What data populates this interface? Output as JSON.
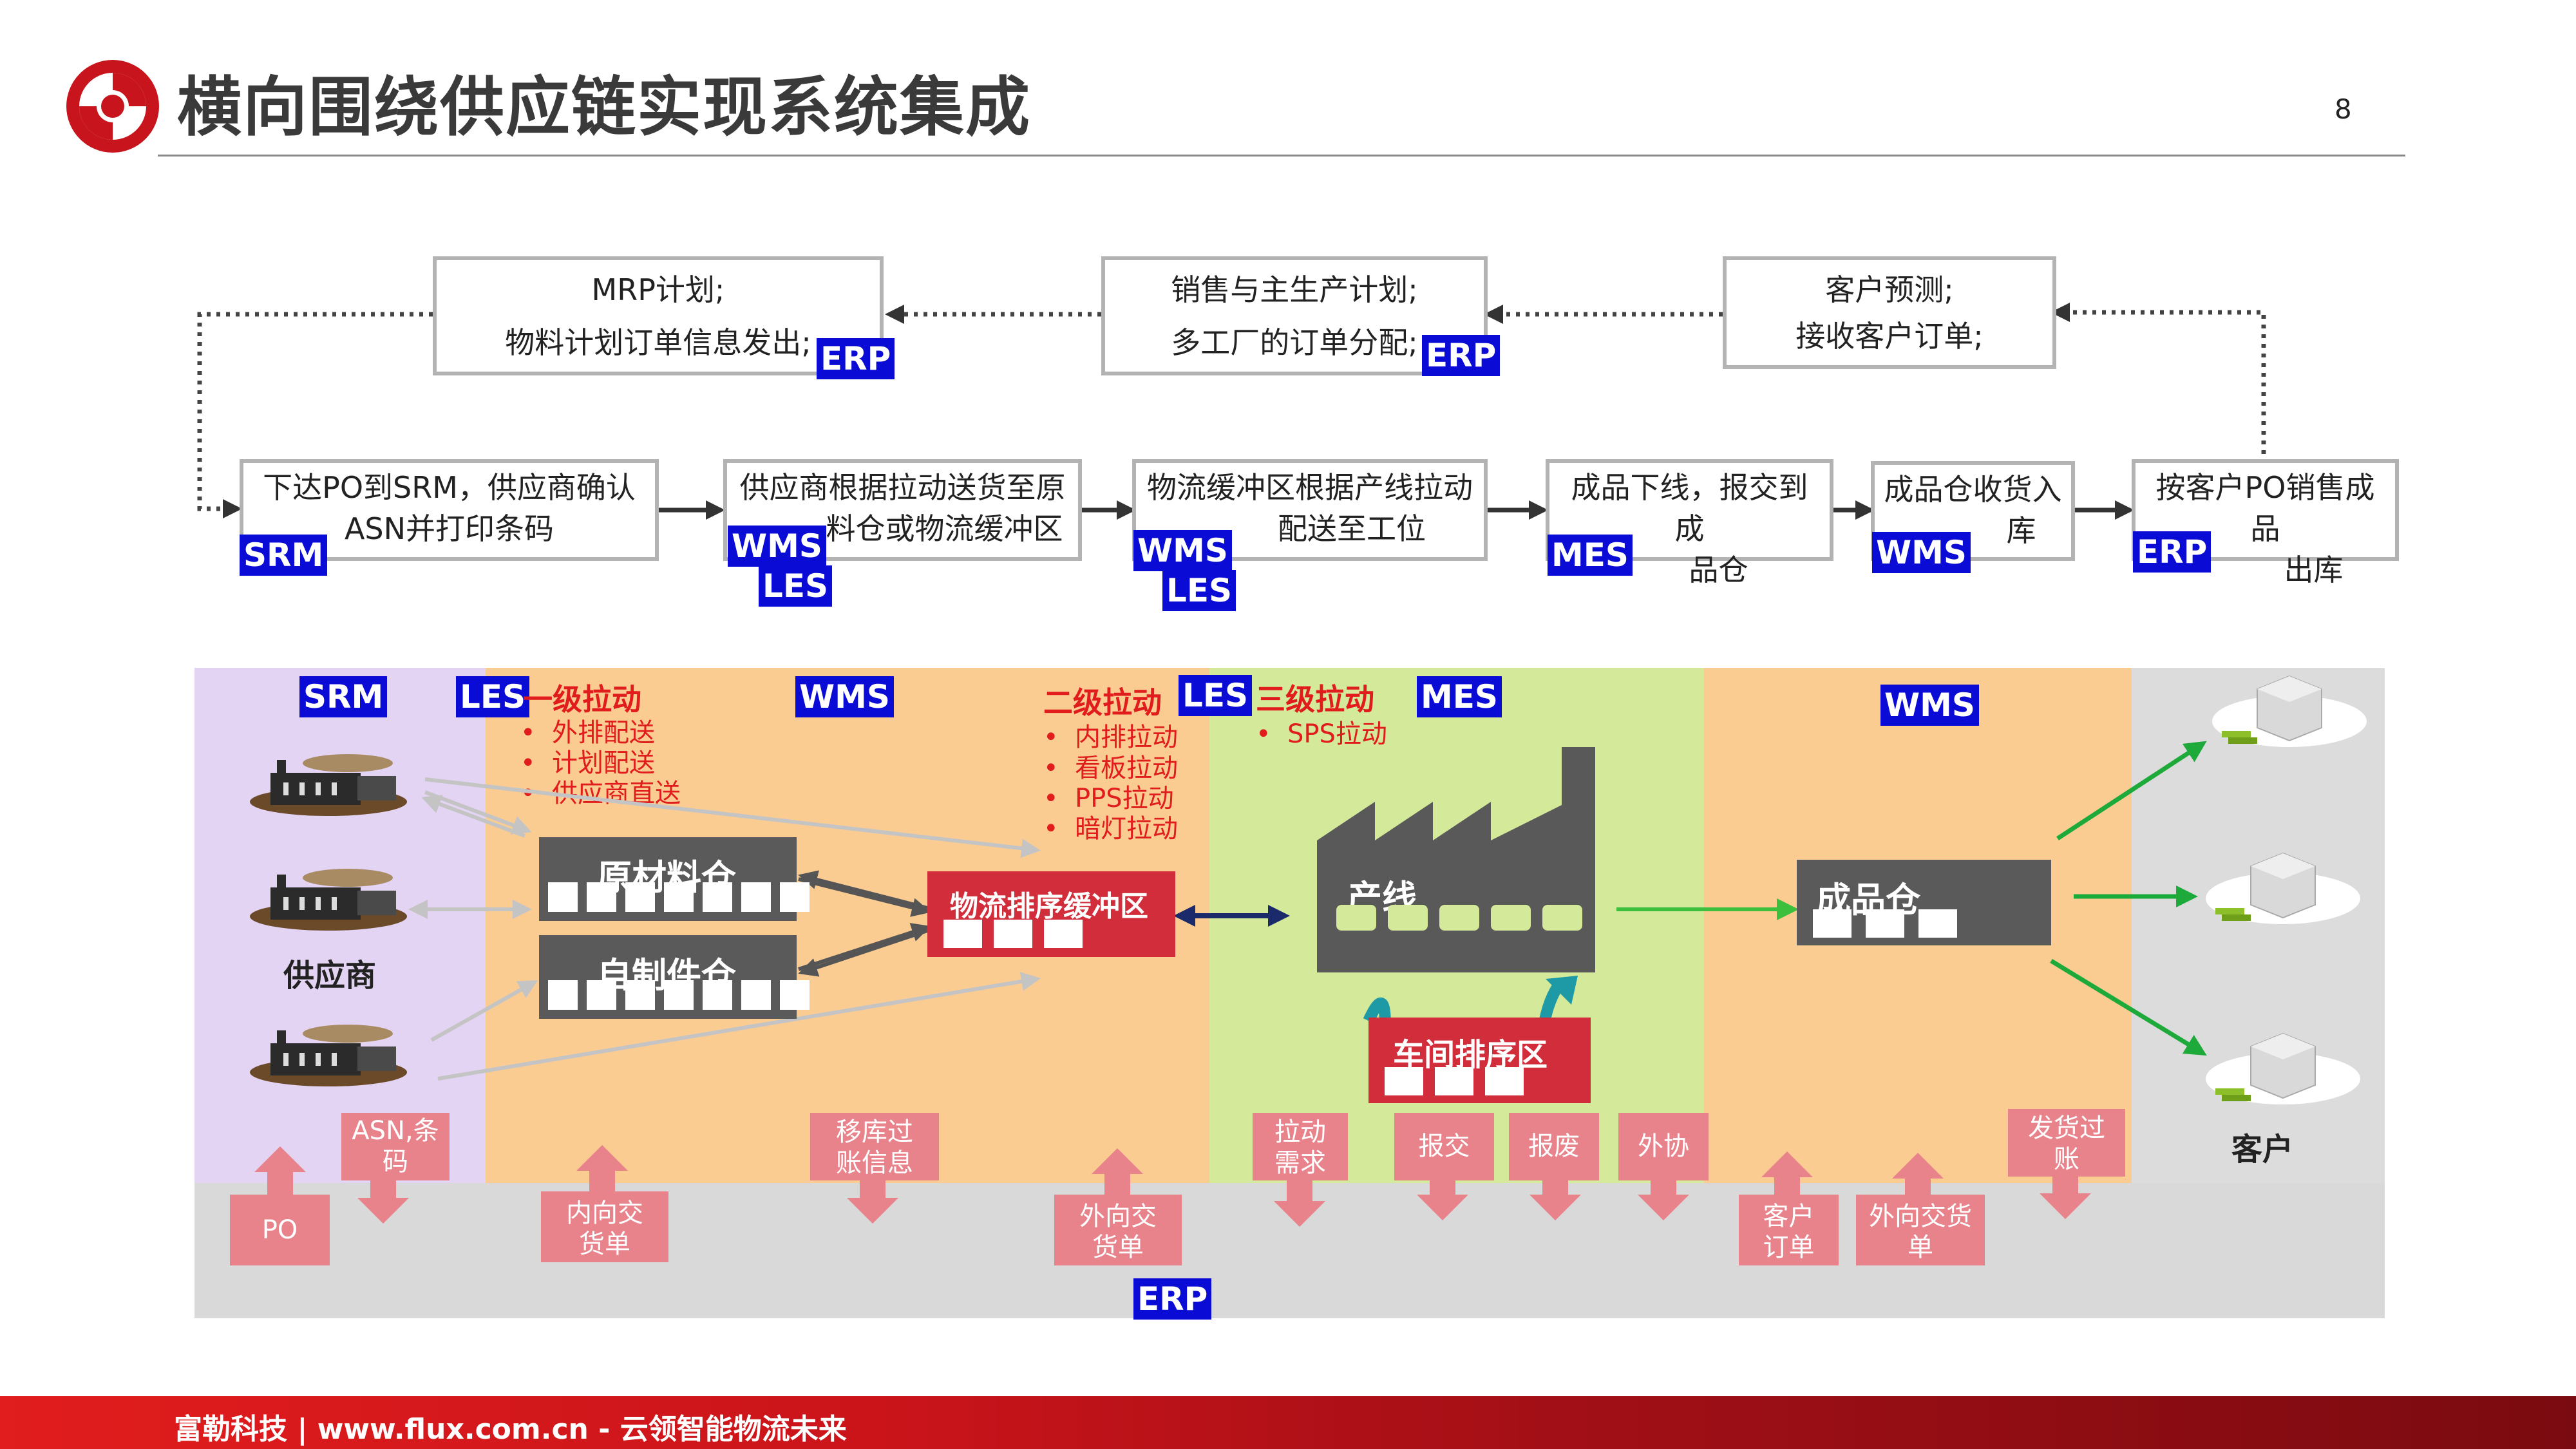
{
  "header": {
    "title": "横向围绕供应链实现系统集成",
    "page_number": "8"
  },
  "top_flow": {
    "plan_boxes": [
      {
        "line1": "MRP计划;",
        "line2": "物料计划订单信息发出;",
        "tag": "ERP"
      },
      {
        "line1": "销售与主生产计划;",
        "line2": "多工厂的订单分配;",
        "tag": "ERP"
      },
      {
        "line1": "客户预测;",
        "line2": "接收客户订单;"
      }
    ],
    "process_boxes": [
      {
        "line1": "下达PO到SRM，供应商确认",
        "line2": "ASN并打印条码",
        "tags": [
          "SRM"
        ]
      },
      {
        "line1": "供应商根据拉动送货至原",
        "line2": "料仓或物流缓冲区",
        "tags": [
          "WMS",
          "LES"
        ]
      },
      {
        "line1": "物流缓冲区根据产线拉动",
        "line2": "配送至工位",
        "tags": [
          "WMS",
          "LES"
        ]
      },
      {
        "line1": "成品下线，报交到成",
        "line2": "品仓",
        "tags": [
          "MES"
        ]
      },
      {
        "line1": "成品仓收货入",
        "line2": "库",
        "tags": [
          "WMS"
        ]
      },
      {
        "line1": "按客户PO销售成品",
        "line2": "出库",
        "tags": [
          "ERP"
        ]
      }
    ]
  },
  "diagram": {
    "system_tags": {
      "srm": "SRM",
      "les1": "LES",
      "wms1": "WMS",
      "les2": "LES",
      "mes": "MES",
      "wms2": "WMS",
      "erp": "ERP"
    },
    "supplier_label": "供应商",
    "customer_label": "客户",
    "pull1": {
      "title": "一级拉动",
      "items": [
        "外排配送",
        "计划配送",
        "供应商直送"
      ]
    },
    "pull2": {
      "title": "二级拉动",
      "items": [
        "内排拉动",
        "看板拉动",
        "PPS拉动",
        "暗灯拉动"
      ]
    },
    "pull3": {
      "title": "三级拉动",
      "items": [
        "SPS拉动"
      ]
    },
    "warehouses": {
      "raw": "原材料仓",
      "self_made": "自制件仓",
      "buffer": "物流排序缓冲区",
      "line": "产线",
      "workshop": "车间排序区",
      "finished": "成品仓"
    },
    "erp_interactions": [
      {
        "label": "PO",
        "dir": "up"
      },
      {
        "label": "ASN,条码",
        "dir": "down"
      },
      {
        "label": "内向交货单",
        "dir": "up"
      },
      {
        "label": "移库过账信息",
        "dir": "down"
      },
      {
        "label": "外向交货单",
        "dir": "up"
      },
      {
        "label": "拉动需求",
        "dir": "down"
      },
      {
        "label": "报交",
        "dir": "down"
      },
      {
        "label": "报废",
        "dir": "down"
      },
      {
        "label": "外协",
        "dir": "down"
      },
      {
        "label": "客户订单",
        "dir": "up"
      },
      {
        "label": "外向交货单",
        "dir": "up"
      },
      {
        "label": "发货过账",
        "dir": "down"
      }
    ]
  },
  "footer": {
    "text": "富勒科技 | www.flux.com.cn  -  云领智能物流未来"
  }
}
